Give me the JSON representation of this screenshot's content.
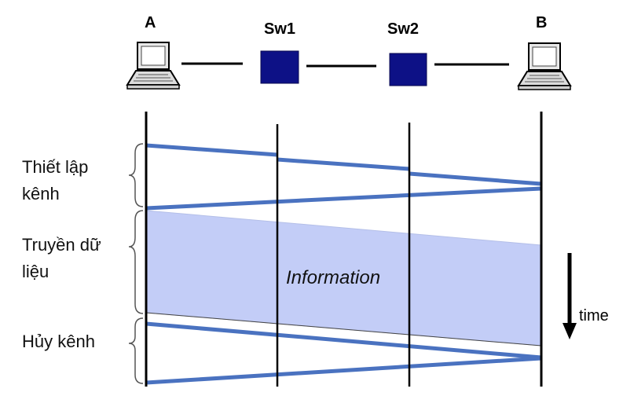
{
  "nodes": {
    "a": "A",
    "sw1": "Sw1",
    "sw2": "Sw2",
    "b": "B"
  },
  "phases": {
    "setup": "Thiết lập\nkênh",
    "transfer": "Truyền dữ\nliệu",
    "teardown": "Hủy kênh"
  },
  "info_text": "Information",
  "time_text": "time",
  "icons": {
    "host_a": "laptop-icon",
    "host_b": "laptop-icon",
    "switch_1": "switch-icon",
    "switch_2": "switch-icon"
  },
  "colors": {
    "switch_fill": "#0d1186",
    "signal_line": "#4a72c0",
    "data_band": "#c3cdf7",
    "timeline": "#000000"
  }
}
